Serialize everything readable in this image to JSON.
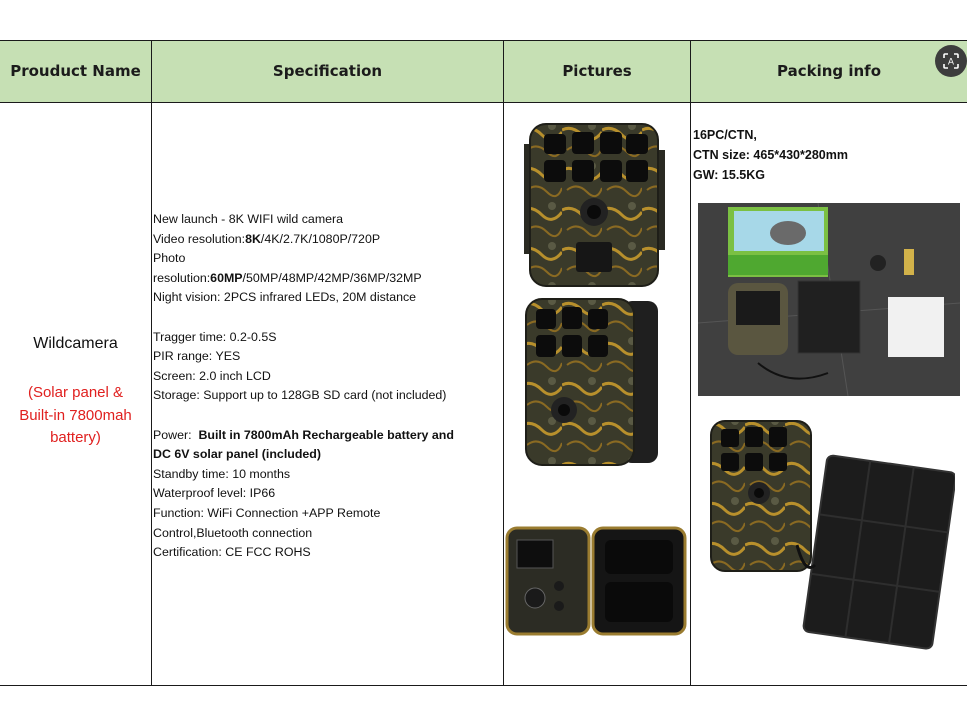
{
  "table": {
    "headers": [
      "Prouduct Name",
      "Specification",
      "Pictures",
      "Packing info"
    ],
    "product_name": "Wildcamera",
    "product_note": [
      "(Solar panel  &",
      "Built-in 7800mah",
      "battery)"
    ],
    "spec": {
      "l1": "New launch - 8K WIFI wild camera",
      "l2a": "Video resolution:",
      "l2b": "8K",
      "l2c": "/4K/2.7K/1080P/720P",
      "l3": "Photo",
      "l4a": "resolution:",
      "l4b": "60MP",
      "l4c": "/50MP/48MP/42MP/36MP/32MP",
      "l5": "Night vision: 2PCS infrared LEDs, 20M distance",
      "l6": "Tragger time: 0.2-0.5S",
      "l7": "PIR range: YES",
      "l8": "Screen:  2.0 inch LCD",
      "l9": "Storage: Support up to 128GB SD card (not included)",
      "l10a": "Power:  ",
      "l10b": "Built in 7800mAh Rechargeable battery and",
      "l11": "DC 6V solar panel (included)",
      "l12": "Standby time: 10 months",
      "l13": "Waterproof level:  IP66",
      "l14": "Function: WiFi Connection +APP Remote",
      "l15": "Control,Bluetooth connection",
      "l16": "Certification: CE FCC ROHS"
    },
    "packing": [
      "16PC/CTN,",
      "CTN size: 465*430*280mm",
      "GW: 15.5KG"
    ]
  },
  "colors": {
    "header_bg": "#c6e0b4",
    "note_red": "#e0201f"
  },
  "icons": [
    "google-lens-icon",
    "camera-front-image",
    "camera-side-image",
    "camera-open-image",
    "package-contents-image",
    "camera-with-solar-panel-image"
  ]
}
